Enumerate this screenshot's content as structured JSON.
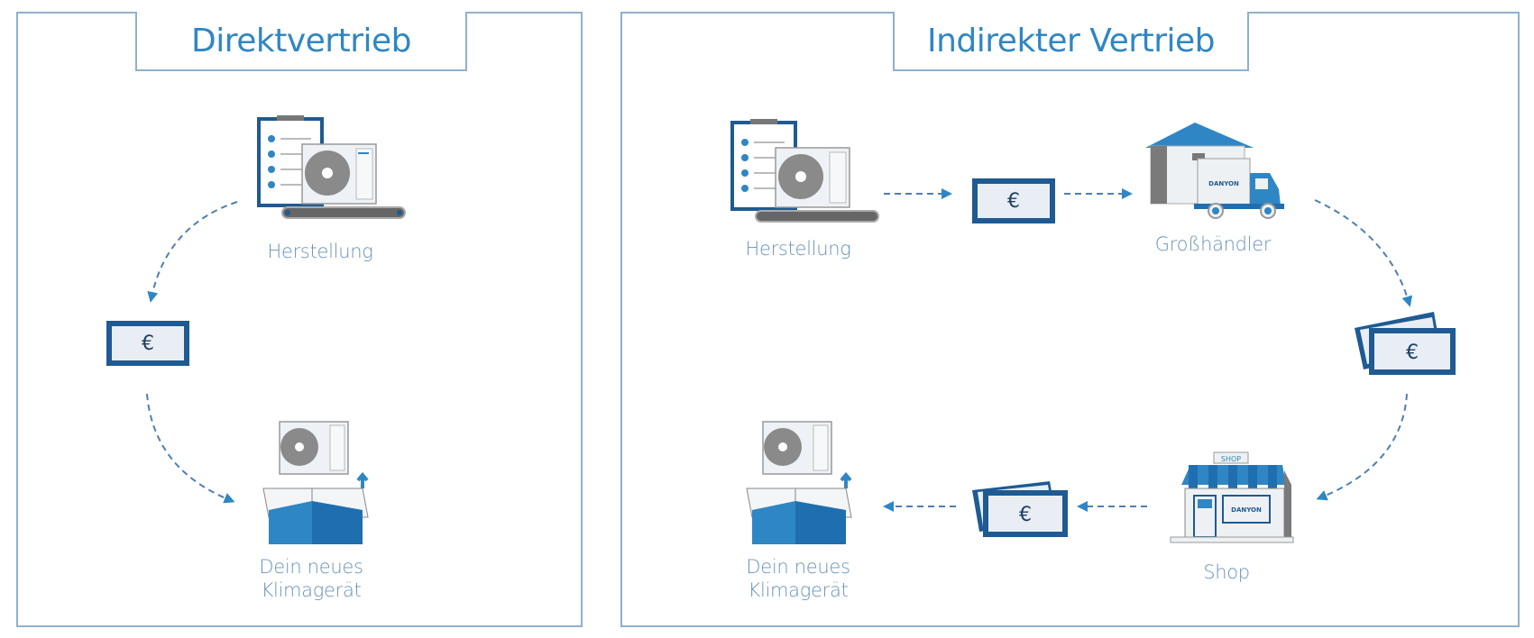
{
  "direct": {
    "title": "Direktvertrieb",
    "steps": {
      "manufacturing": "Herstellung",
      "customer_line1": "Dein neues",
      "customer_line2": "Klimagerät"
    },
    "money_symbol": "€"
  },
  "indirect": {
    "title": "Indirekter Vertrieb",
    "steps": {
      "manufacturing": "Herstellung",
      "wholesaler": "Großhändler",
      "shop": "Shop",
      "customer_line1": "Dein neues",
      "customer_line2": "Klimagerät"
    },
    "money_symbol": "€",
    "brand": "DANYON",
    "shop_sign": "SHOP"
  },
  "colors": {
    "primary": "#2f86c4",
    "dark_blue": "#1f5a92",
    "border": "#8fb0cf",
    "label": "#6b93b8",
    "bill_fill": "#e9eef4"
  }
}
